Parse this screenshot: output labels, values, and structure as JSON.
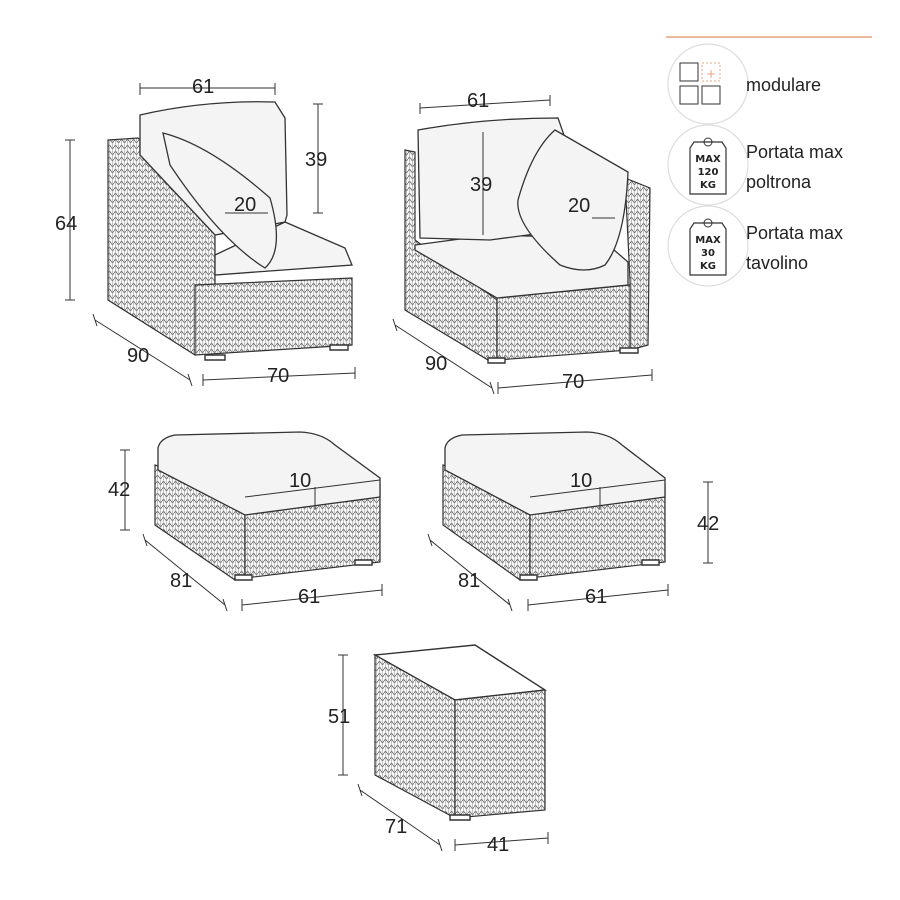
{
  "colors": {
    "accent": "#e8a47e",
    "ink": "#333333"
  },
  "legend": {
    "items": [
      {
        "icon": "modular-grid-icon",
        "label_lines": [
          "modulare"
        ]
      },
      {
        "icon": "weight-tag-icon",
        "badge": [
          "MAX",
          "120",
          "KG"
        ],
        "label_lines": [
          "Portata max",
          "poltrona"
        ]
      },
      {
        "icon": "weight-tag-icon",
        "badge": [
          "MAX",
          "30",
          "KG"
        ],
        "label_lines": [
          "Portata max",
          "tavolino"
        ]
      }
    ]
  },
  "pieces": {
    "corner_left": {
      "width": "61",
      "back_height": "39",
      "pillow": "20",
      "height": "64",
      "depth": "90",
      "length": "70"
    },
    "corner_right": {
      "width": "61",
      "back_height": "39",
      "pillow": "20",
      "depth": "90",
      "length": "70"
    },
    "pouf_left": {
      "height": "42",
      "cushion": "10",
      "depth": "81",
      "width": "61"
    },
    "pouf_right": {
      "height": "42",
      "cushion": "10",
      "depth": "81",
      "width": "61"
    },
    "table": {
      "height": "51",
      "depth": "71",
      "width": "41"
    }
  }
}
